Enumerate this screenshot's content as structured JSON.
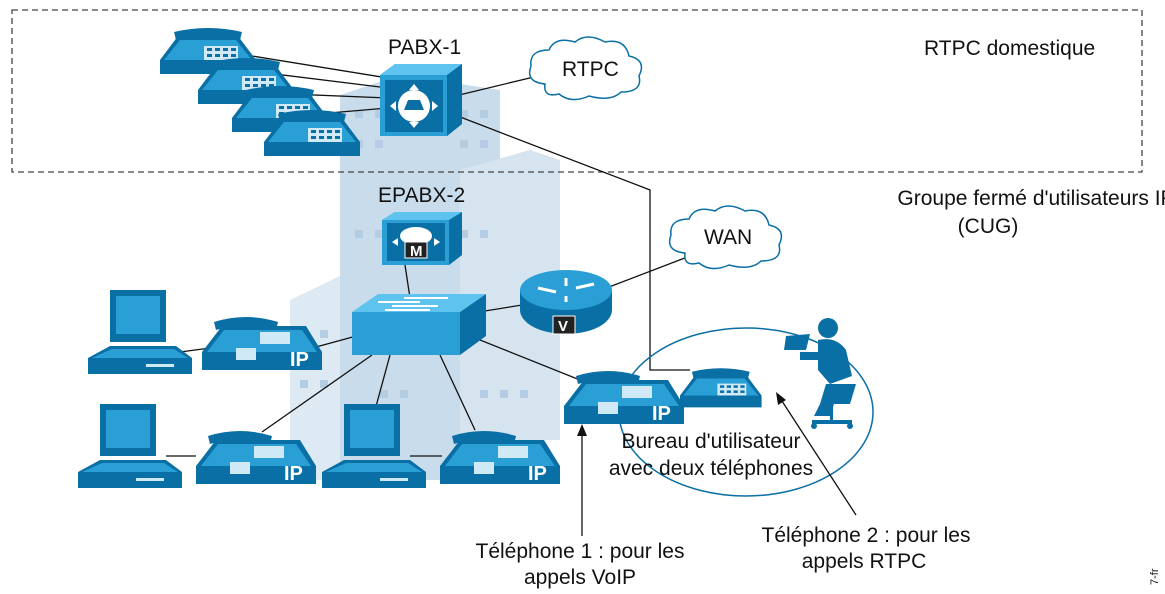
{
  "labels": {
    "pabx1": "PABX-1",
    "epabx2": "EPABX-2",
    "rtpc_cloud": "RTPC",
    "wan_cloud": "WAN",
    "rtpc_domestique": "RTPC domestique",
    "cug_line1": "Groupe fermé d'utilisateurs IP",
    "cug_line2": "(CUG)",
    "bureau_line1": "Bureau d'utilisateur",
    "bureau_line2": "avec deux téléphones",
    "tel1_line1": "Téléphone 1 : pour les",
    "tel1_line2": "appels VoIP",
    "tel2_line1": "Téléphone 2 : pour les",
    "tel2_line2": "appels RTPC",
    "side_code": "7-fr",
    "ip_badge": "IP",
    "m_badge": "M",
    "v_badge": "V"
  },
  "colors": {
    "device_dark": "#0a6fa5",
    "device_light": "#2a9fd6",
    "building": "#c9dcec",
    "dashed_border": "#444444"
  },
  "icons": [
    "pbx-icon",
    "call-manager-icon",
    "switch-icon",
    "voice-router-icon",
    "ip-phone-icon",
    "analog-phone-icon",
    "workstation-icon",
    "cloud-icon",
    "user-at-laptop-icon",
    "building-icon"
  ]
}
